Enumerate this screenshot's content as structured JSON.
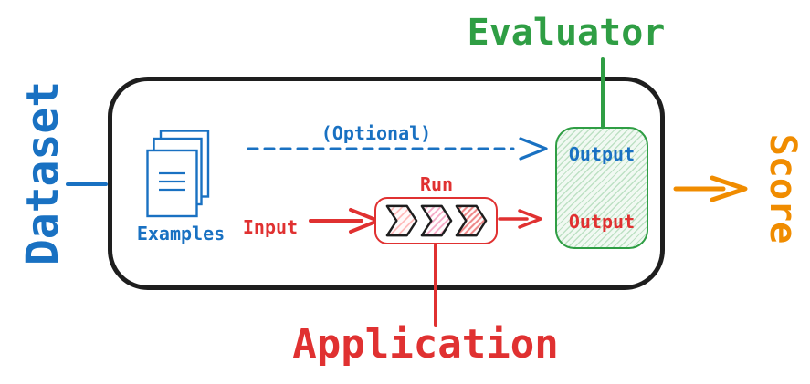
{
  "colors": {
    "blue": "#1971c2",
    "green": "#2f9e44",
    "red": "#e03131",
    "orange": "#f08c00",
    "outline_black": "#1e1e1e"
  },
  "outer": {
    "dataset": "Dataset",
    "evaluator": "Evaluator",
    "score": "Score",
    "application": "Application"
  },
  "inner": {
    "examples": "Examples",
    "optional": "(Optional)",
    "input": "Input",
    "run": "Run",
    "evaluator_output": "Output",
    "app_output": "Output"
  },
  "icons": {
    "examples": "stacked-documents-icon",
    "run_pipeline": "pipeline-chevron-icons",
    "optional_arrow": "dashed-arrow-icon",
    "input_arrow": "arrow-right-icon",
    "run_output_arrow": "arrow-right-icon",
    "score_arrow": "arrow-right-icon"
  }
}
